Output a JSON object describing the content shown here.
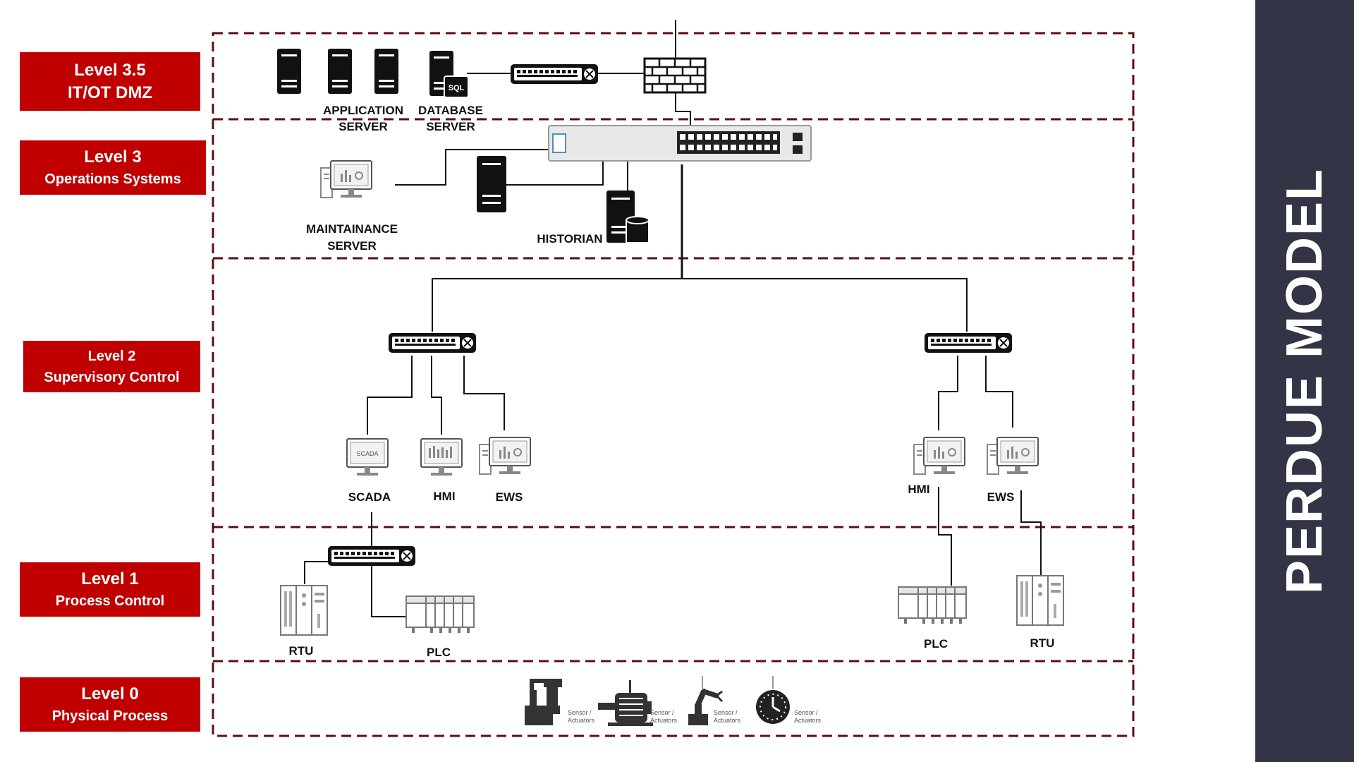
{
  "levels": [
    {
      "line1": "Level 3.5",
      "line2": "IT/OT DMZ"
    },
    {
      "line1": "Level 3",
      "line2": "Operations Systems"
    },
    {
      "line1": "Level 2",
      "line2": "Supervisory Control"
    },
    {
      "line1": "Level 1",
      "line2": "Process Control"
    },
    {
      "line1": "Level 0",
      "line2": "Physical  Process"
    }
  ],
  "sidebar": {
    "title": "PERDUE MODEL"
  },
  "labels": {
    "app_server_1": "APPLICATION",
    "app_server_2": "SERVER",
    "db_server_1": "DATABASE",
    "db_server_2": "SERVER",
    "sql": "SQL",
    "maint_server_1": "MAINTAINANCE",
    "maint_server_2": "SERVER",
    "historian": "HISTORIAN",
    "scada_screen": "SCADA",
    "scada": "SCADA",
    "hmi_left": "HMI",
    "ews_left": "EWS",
    "hmi_right": "HMI",
    "ews_right": "EWS",
    "rtu_left": "RTU",
    "plc_left": "PLC",
    "plc_right": "PLC",
    "rtu_right": "RTU",
    "sensor_line1": "Sensor /",
    "sensor_line2": "Actuators"
  },
  "colors": {
    "level_red": "#c00000",
    "zone_border": "#5a0f0f",
    "sidebar": "#333446"
  }
}
